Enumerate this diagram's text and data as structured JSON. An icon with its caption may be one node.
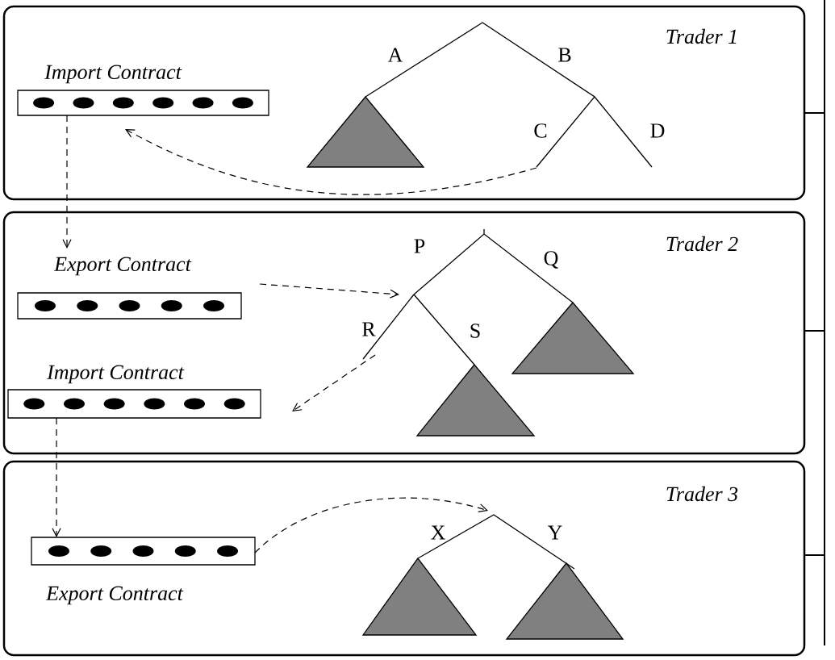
{
  "diagram": {
    "nodes": [
      {
        "text": [
          "Trader 1"
        ]
      },
      {
        "text": [
          "Import Contract"
        ],
        "in": 0
      },
      {
        "text": [
          "Trader 2"
        ]
      },
      {
        "text": [
          "Export Contract"
        ],
        "in": 2
      },
      {
        "text": [
          "Import Contract"
        ],
        "in": 2
      },
      {
        "text": [
          "Trader 3"
        ]
      },
      {
        "text": [
          "Export Contract"
        ],
        "in": 5
      },
      {
        "text": [],
        "shape": "picture",
        "in": 0
      },
      {
        "text": [],
        "shape": "picture",
        "in": 2
      },
      {
        "text": [],
        "shape": "picture",
        "in": 5
      }
    ],
    "edges": [
      {
        "from": 7,
        "to": 1,
        "arrow": "to",
        "style": "dashed"
      },
      {
        "from": 1,
        "to": 3,
        "arrow": "to",
        "style": "dashed"
      },
      {
        "from": 3,
        "to": 8,
        "arrow": "to",
        "style": "dashed"
      },
      {
        "from": 8,
        "to": 4,
        "arrow": "to",
        "style": "dashed"
      },
      {
        "from": 4,
        "to": 6,
        "arrow": "to",
        "style": "dashed"
      },
      {
        "from": 6,
        "to": 9,
        "arrow": "to",
        "style": "dashed"
      }
    ],
    "labels": [
      "A",
      "B",
      "C",
      "D",
      "P",
      "Q",
      "R",
      "S",
      "X",
      "Y"
    ]
  }
}
